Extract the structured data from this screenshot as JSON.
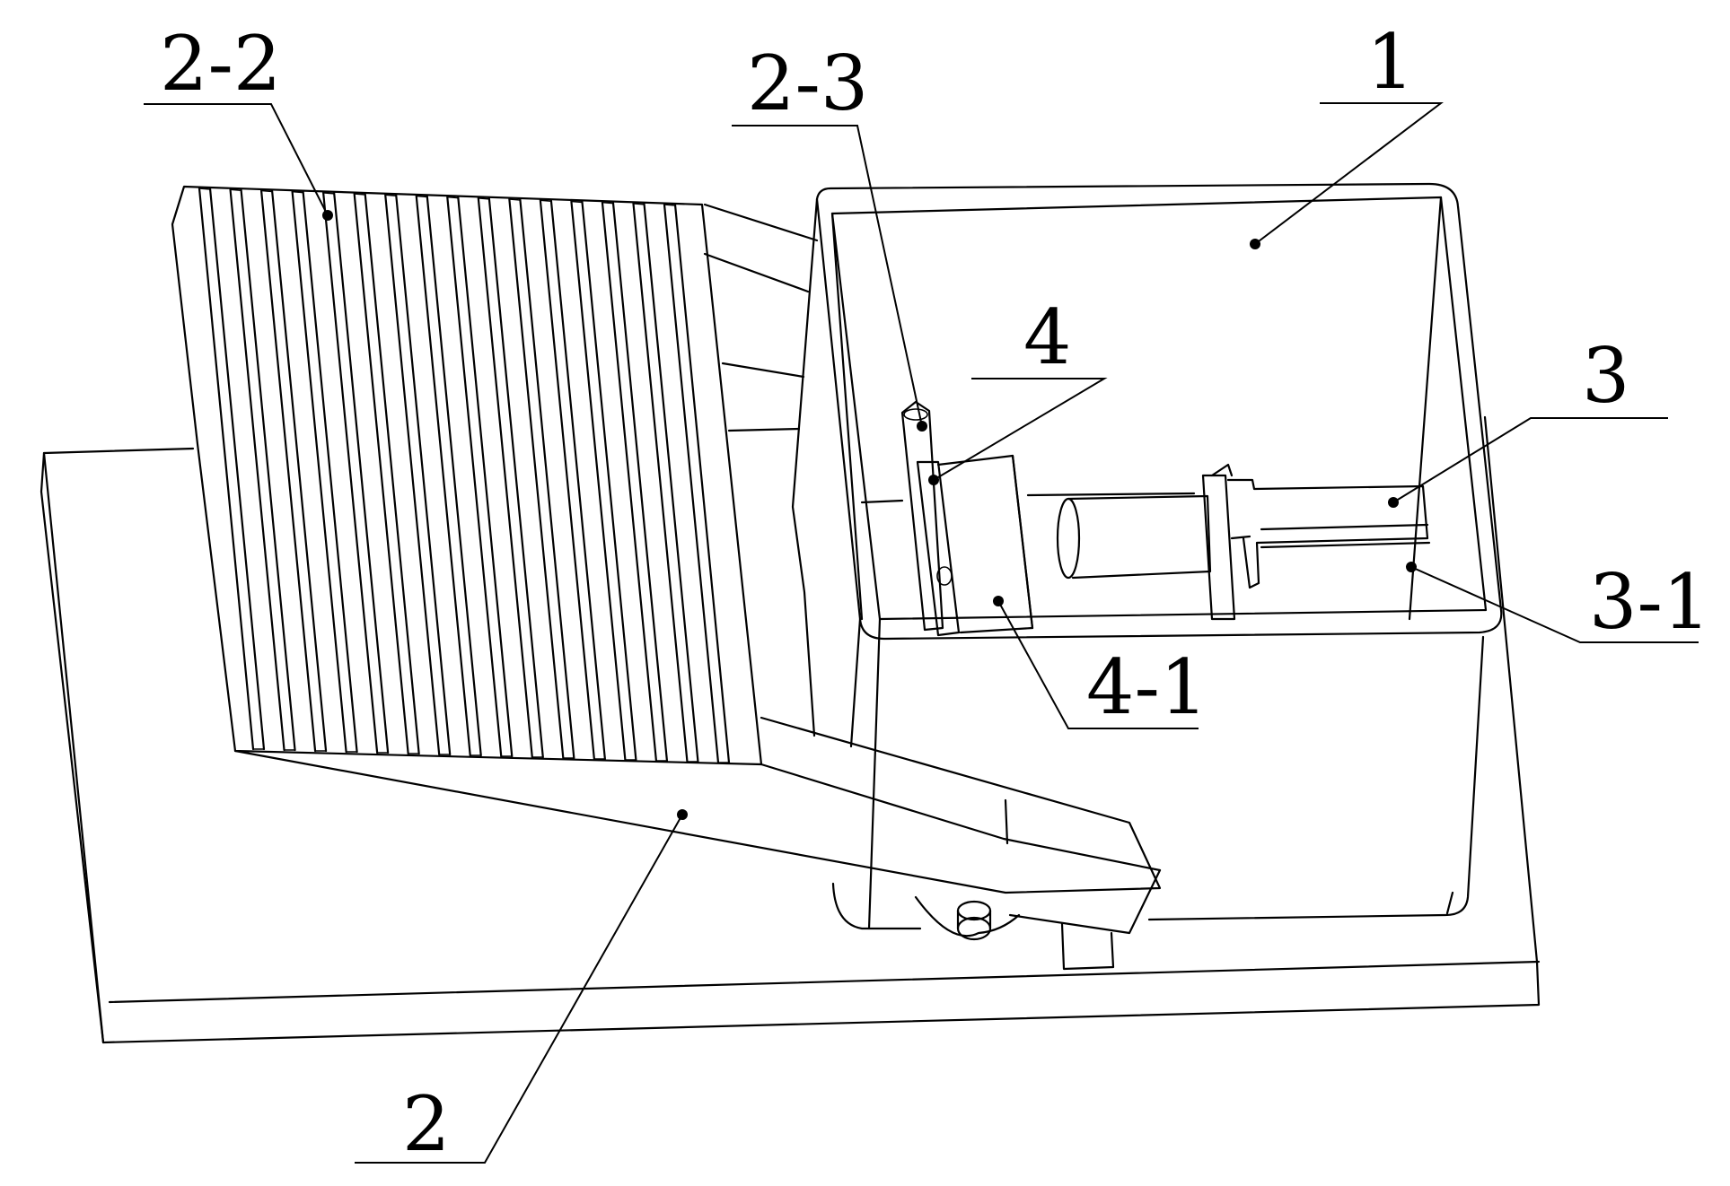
{
  "labels": {
    "l1": "1",
    "l2": "2",
    "l2_2": "2-2",
    "l2_3": "2-3",
    "l3": "3",
    "l3_1": "3-1",
    "l4": "4",
    "l4_1": "4-1"
  }
}
